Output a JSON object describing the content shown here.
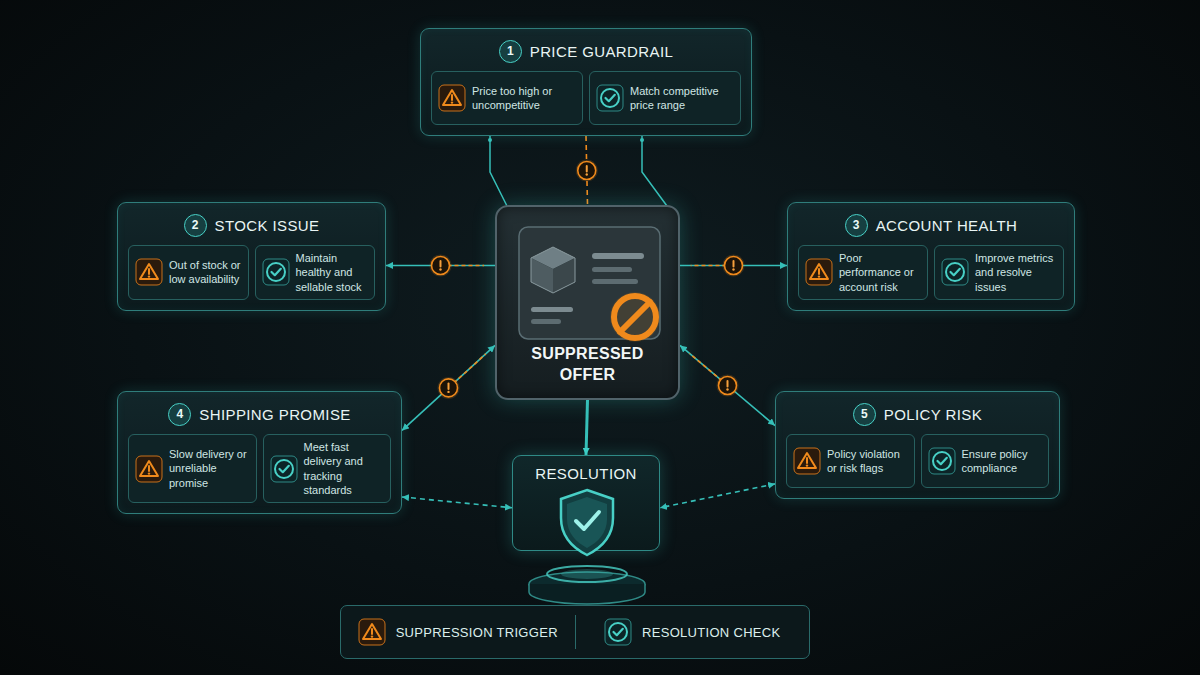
{
  "diagram": {
    "nodes": [
      {
        "text": [
          "1",
          "PRICE GUARDRAIL"
        ]
      },
      {
        "text": [
          "Price too high or uncompetitive"
        ],
        "in": 0
      },
      {
        "text": [
          "Match competitive price range"
        ],
        "in": 0
      },
      {
        "text": [
          "2",
          "STOCK ISSUE"
        ]
      },
      {
        "text": [
          "Out of stock or low availability"
        ],
        "in": 3
      },
      {
        "text": [
          "Maintain healthy and sellable stock"
        ],
        "in": 3
      },
      {
        "text": [
          "SUPPRESSED OFFER"
        ]
      },
      {
        "text": [
          "3",
          "ACCOUNT HEALTH"
        ]
      },
      {
        "text": [
          "Poor performance or account risk"
        ],
        "in": 7
      },
      {
        "text": [
          "Improve metrics and resolve issues"
        ],
        "in": 7
      },
      {
        "text": [
          "4",
          "SHIPPING PROMISE"
        ]
      },
      {
        "text": [
          "Slow delivery or unreliable promise"
        ],
        "in": 10
      },
      {
        "text": [
          "Meet fast delivery and tracking standards"
        ],
        "in": 10
      },
      {
        "text": [
          "RESOLUTION"
        ]
      },
      {
        "text": [
          "5",
          "POLICY RISK"
        ]
      },
      {
        "text": [
          "Policy violation or risk flags"
        ],
        "in": 14
      },
      {
        "text": [
          "Ensure policy compliance"
        ],
        "in": 14
      }
    ],
    "edges": [
      {
        "from": 0,
        "to": 6,
        "arrow": "none"
      },
      {
        "from": 6,
        "to": 3,
        "arrow": "to"
      },
      {
        "from": 6,
        "to": 7,
        "arrow": "to"
      },
      {
        "from": 10,
        "to": 6,
        "arrow": "both"
      },
      {
        "from": 14,
        "to": 6,
        "arrow": "both"
      },
      {
        "from": 6,
        "to": 13,
        "arrow": "to"
      },
      {
        "from": 10,
        "to": 13,
        "arrow": "both"
      },
      {
        "from": 14,
        "to": 13,
        "arrow": "both"
      }
    ],
    "legend": [
      {
        "text": "SUPPRESSION TRIGGER"
      },
      {
        "text": "RESOLUTION CHECK"
      }
    ]
  }
}
